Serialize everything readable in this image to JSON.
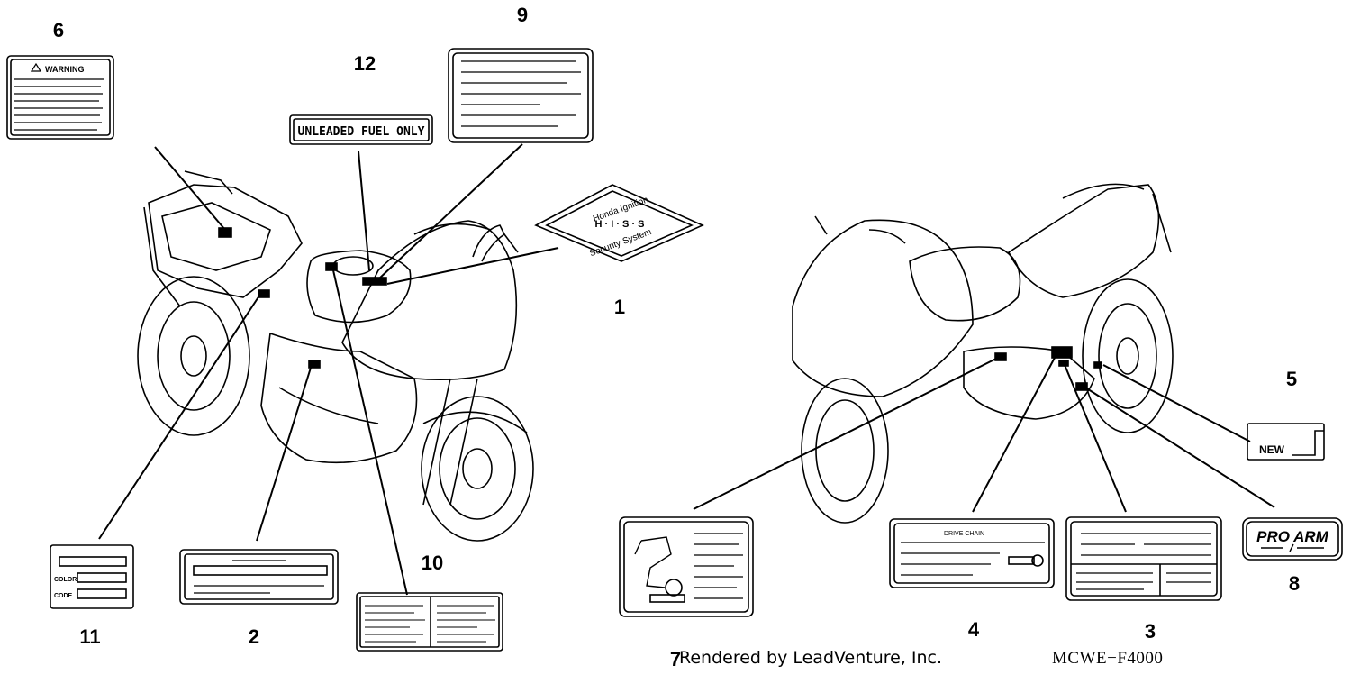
{
  "callouts": [
    {
      "id": "1",
      "label": "1"
    },
    {
      "id": "2",
      "label": "2"
    },
    {
      "id": "3",
      "label": "3"
    },
    {
      "id": "4",
      "label": "4"
    },
    {
      "id": "5",
      "label": "5"
    },
    {
      "id": "6",
      "label": "6"
    },
    {
      "id": "7",
      "label": "7"
    },
    {
      "id": "8",
      "label": "8"
    },
    {
      "id": "9",
      "label": "9"
    },
    {
      "id": "10",
      "label": "10"
    },
    {
      "id": "11",
      "label": "11"
    },
    {
      "id": "12",
      "label": "12"
    }
  ],
  "labels": {
    "warning": "WARNING",
    "unleaded": "UNLEADED FUEL ONLY",
    "his_top": "Honda Ignition",
    "his_mid": "H · I · S · S",
    "his_bottom": "Security System",
    "drive_chain": "DRIVE CHAIN",
    "new": "NEW",
    "pro_arm": "PRO ARM",
    "color": "COLOR",
    "code": "CODE"
  },
  "footer": {
    "credit": "Rendered by LeadVenture, Inc.",
    "diagram_code": "MCWE−F4000"
  }
}
